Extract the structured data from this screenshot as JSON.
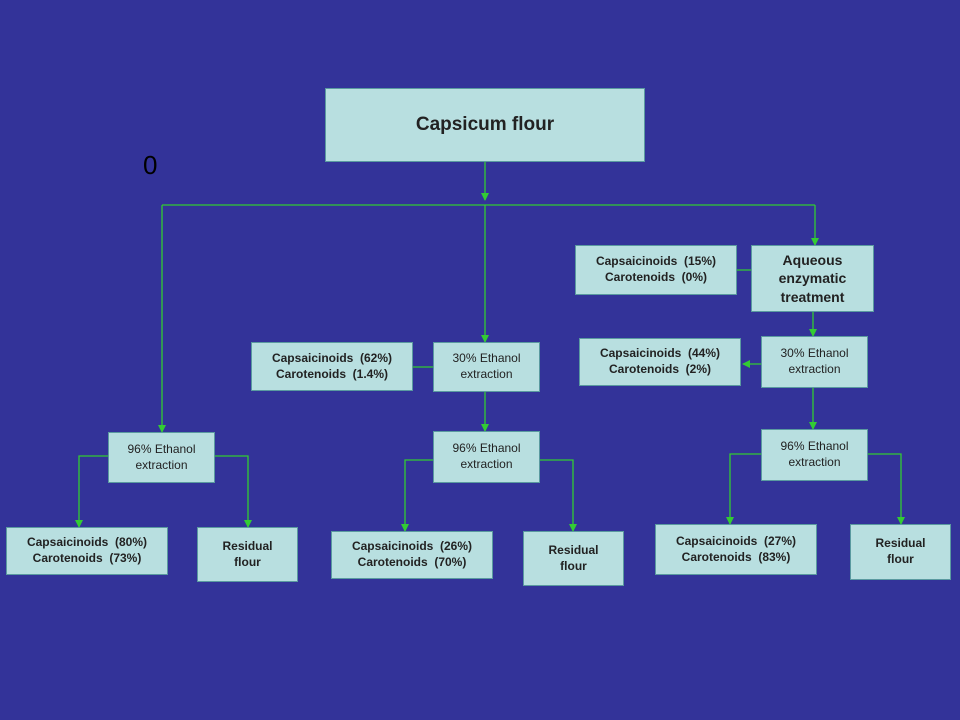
{
  "diagram": {
    "root": {
      "label": "Capsicum flour"
    },
    "marker": "0",
    "left_branch": {
      "extraction": {
        "line1": "96% Ethanol",
        "line2": "extraction"
      },
      "extract": {
        "line1": "Capsaicinoids  (80%)",
        "line2": "Carotenoids  (73%)"
      },
      "residual": {
        "line1": "Residual",
        "line2": "flour"
      }
    },
    "middle_branch": {
      "extraction_30": {
        "line1": "30% Ethanol",
        "line2": "extraction"
      },
      "extract_30": {
        "line1": "Capsaicinoids  (62%)",
        "line2": "Carotenoids  (1.4%)"
      },
      "extraction_96": {
        "line1": "96% Ethanol",
        "line2": "extraction"
      },
      "extract_96": {
        "line1": "Capsaicinoids  (26%)",
        "line2": "Carotenoids  (70%)"
      },
      "residual": {
        "line1": "Residual",
        "line2": "flour"
      }
    },
    "right_branch": {
      "treatment": {
        "line1": "Aqueous",
        "line2": "enzymatic",
        "line3": "treatment"
      },
      "extract_treatment": {
        "line1": "Capsaicinoids  (15%)",
        "line2": "Carotenoids  (0%)"
      },
      "extraction_30": {
        "line1": "30% Ethanol",
        "line2": "extraction"
      },
      "extract_30": {
        "line1": "Capsaicinoids  (44%)",
        "line2": "Carotenoids  (2%)"
      },
      "extraction_96": {
        "line1": "96% Ethanol",
        "line2": "extraction"
      },
      "extract_96": {
        "line1": "Capsaicinoids  (27%)",
        "line2": "Carotenoids  (83%)"
      },
      "residual": {
        "line1": "Residual",
        "line2": "flour"
      }
    },
    "colors": {
      "background": "#333399",
      "box": "#b8dfe0",
      "connector": "#33cc33"
    }
  }
}
